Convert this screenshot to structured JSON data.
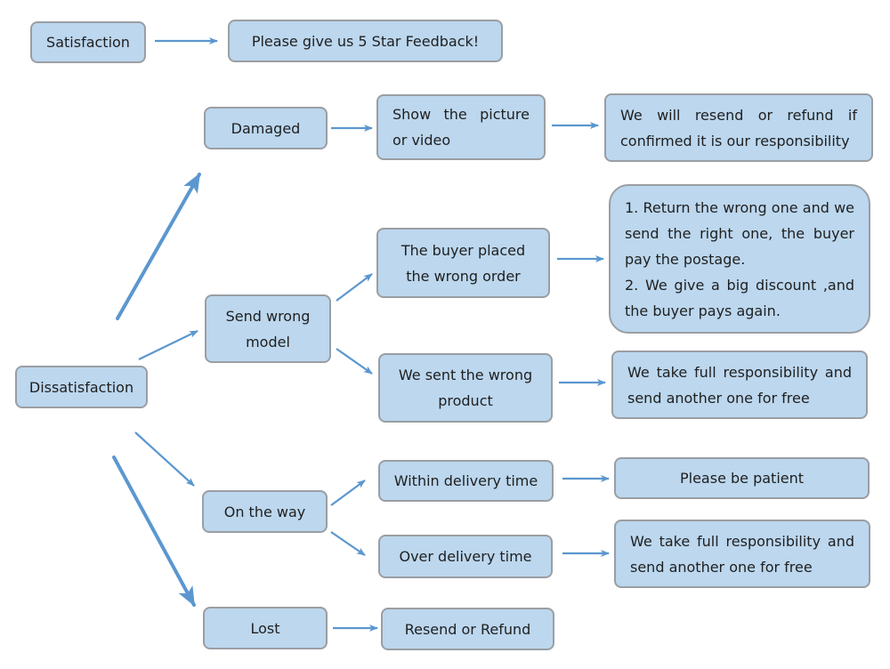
{
  "diagram": {
    "satisfaction": "Satisfaction",
    "satisfaction_response": "Please give us 5 Star Feedback!",
    "dissatisfaction": "Dissatisfaction",
    "damaged": {
      "label": "Damaged",
      "step": "Show the picture or video",
      "result": "We will resend or refund if confirmed it is our responsibility"
    },
    "send_wrong_model": {
      "label": "Send wrong model",
      "buyer_case": "The buyer placed the wrong order",
      "buyer_result_1": "1. Return the wrong one and we send the right one, the buyer pay the postage.",
      "buyer_result_2": "2. We give a big discount ,and the buyer pays again.",
      "seller_case": "We sent the wrong product",
      "seller_result": "We take full responsibility and send another one for free"
    },
    "on_the_way": {
      "label": "On the way",
      "within_case": "Within delivery time",
      "within_result": "Please be patient",
      "over_case": "Over delivery time",
      "over_result": "We take full responsibility and send another one for free"
    },
    "lost": {
      "label": "Lost",
      "result": "Resend or Refund"
    }
  },
  "colors": {
    "box_fill": "#bcd7ee",
    "box_border": "#9a9ea3",
    "arrow": "#5b97cf"
  }
}
